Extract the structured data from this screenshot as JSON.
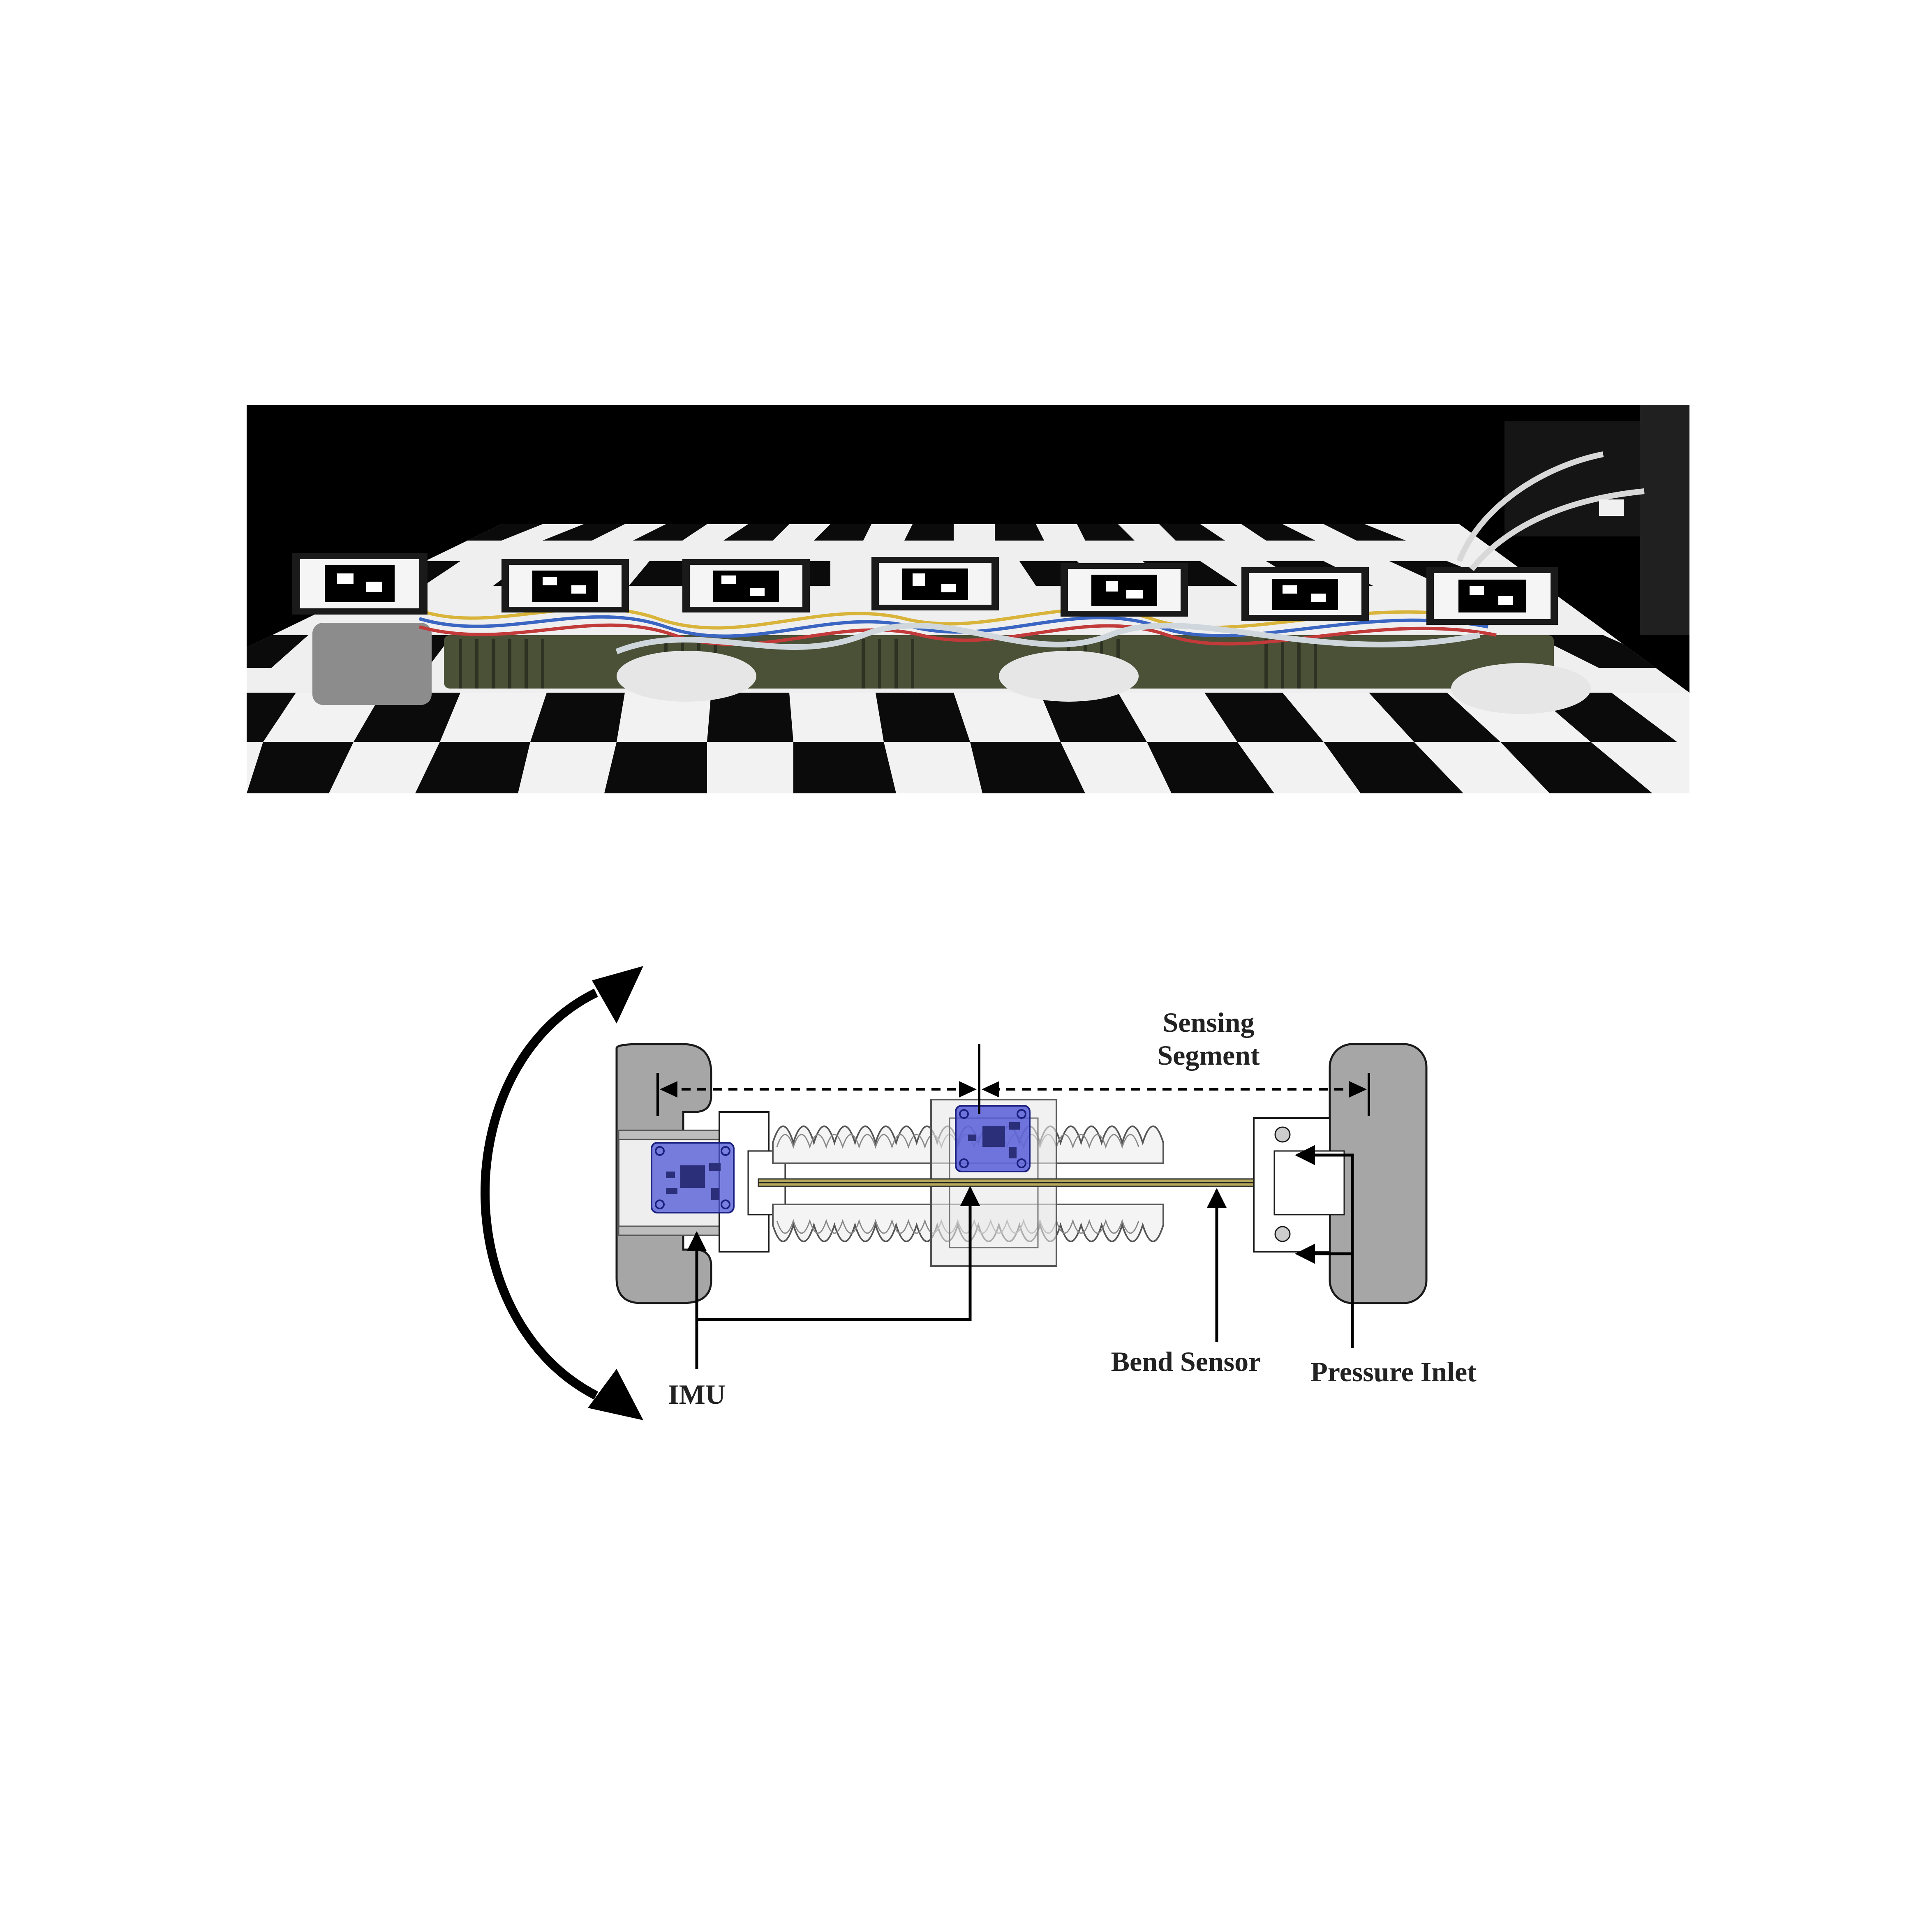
{
  "diagram": {
    "labels": {
      "sensing_segment_line1": "Sensing",
      "sensing_segment_line2": "Segment",
      "imu": "IMU",
      "bend_sensor": "Bend Sensor",
      "pressure_inlet": "Pressure Inlet"
    },
    "colors": {
      "end_cap": "#a6a6a6",
      "imu_board": "#4d55d6",
      "bellows": "#f0f0f0",
      "outline": "#1a1a1a"
    }
  },
  "photo": {
    "marker_count": 7,
    "colors": {
      "background": "#000000",
      "checker_light": "#f2f2f2",
      "checker_dark": "#0d0d0d",
      "backbone": "#4b5137"
    }
  }
}
